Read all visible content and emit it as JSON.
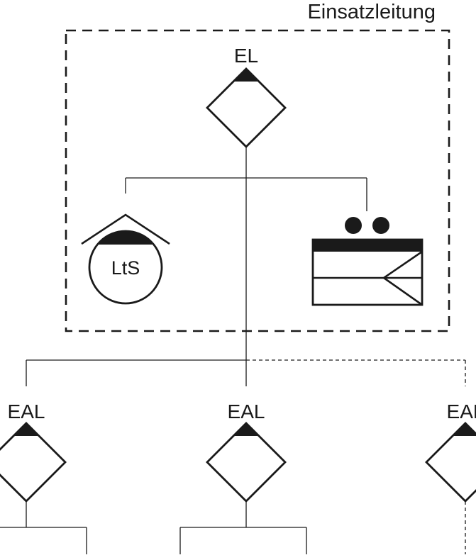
{
  "group": {
    "title": "Einsatzleitung"
  },
  "leader": {
    "label": "EL"
  },
  "staff": {
    "label": "LtS"
  },
  "section_leaders": [
    {
      "label": "EAL"
    },
    {
      "label": "EAL"
    },
    {
      "label": "EAL"
    }
  ]
}
